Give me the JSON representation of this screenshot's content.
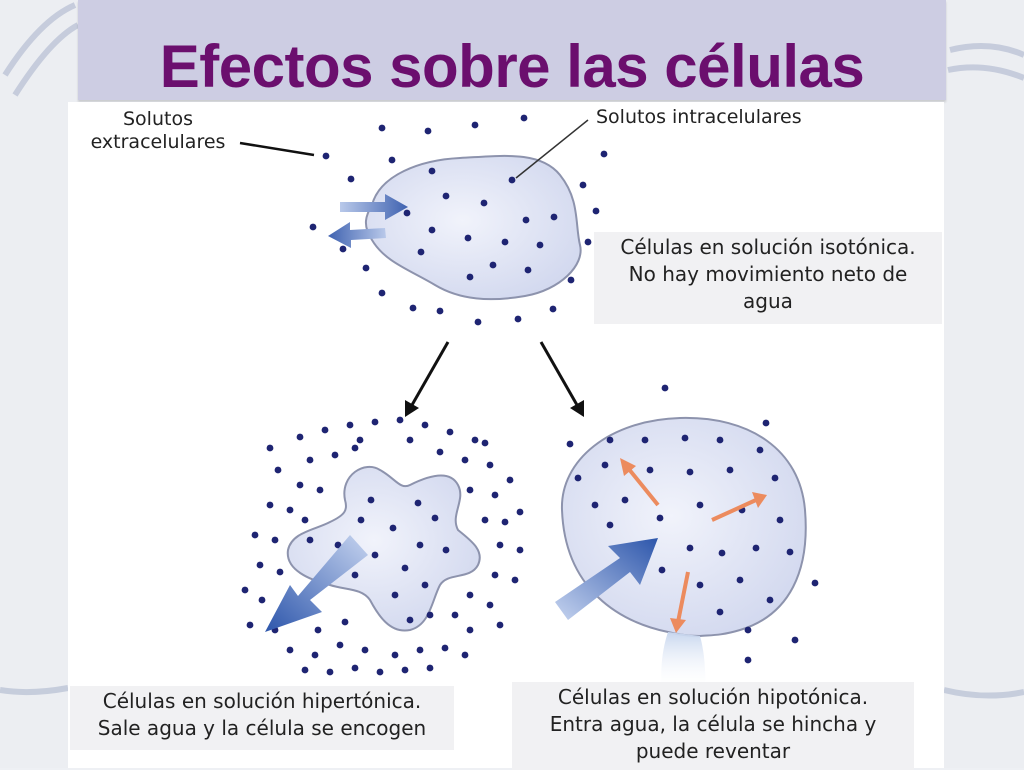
{
  "title": "Efectos sobre las células",
  "labels": {
    "extracellular": [
      "Solutos",
      "extracelulares"
    ],
    "intracellular": "Solutos intracelulares"
  },
  "captions": {
    "isotonic": [
      "Células en solución isotónica.",
      "No hay movimiento neto de",
      "agua"
    ],
    "hypertonic": [
      "Células en solución hipertónica.",
      "Sale agua y la célula se encogen"
    ],
    "hypotonic": [
      "Células en solución hipotónica.",
      "Entra agua, la célula se hincha y",
      "puede reventar"
    ]
  },
  "colors": {
    "title": "#6b0f6e",
    "cell_fill": "#dfe3f5",
    "cell_stroke": "#8d93ad",
    "solute_dot": "#1e2472",
    "water_arrow": "#3f62b0",
    "internal_arrow": "#ec8b5e",
    "caption_box": "#f1f1f3"
  }
}
